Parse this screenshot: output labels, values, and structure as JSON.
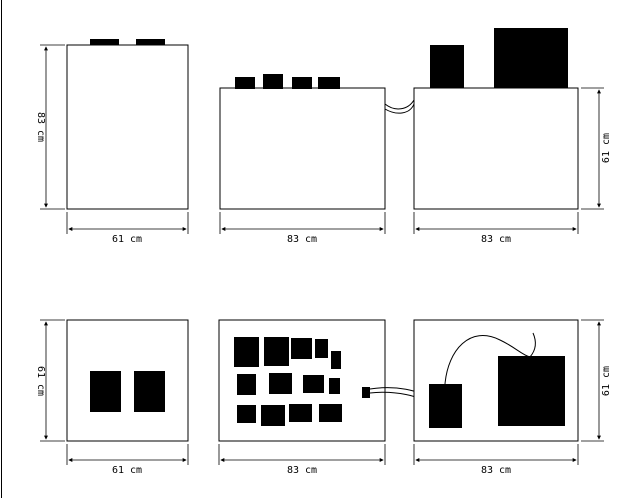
{
  "dimensions": {
    "top_left_width": "61 cm",
    "top_left_height": "83 cm",
    "top_middle_width": "83 cm",
    "top_right_width": "83 cm",
    "top_right_height": "61 cm",
    "bottom_left_width": "61 cm",
    "bottom_left_height": "61 cm",
    "bottom_middle_width": "83 cm",
    "bottom_right_width": "83 cm",
    "bottom_right_height": "61 cm"
  }
}
